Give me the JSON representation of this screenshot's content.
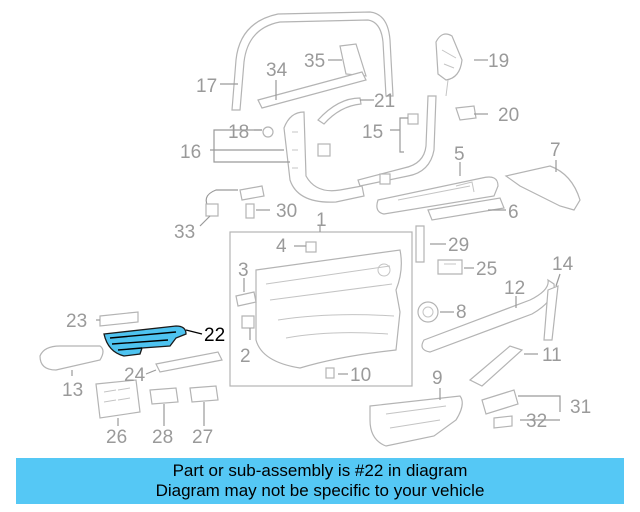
{
  "labels": {
    "l1": "1",
    "l2": "2",
    "l3": "3",
    "l4": "4",
    "l5": "5",
    "l6": "6",
    "l7": "7",
    "l8": "8",
    "l9": "9",
    "l10": "10",
    "l11": "11",
    "l12": "12",
    "l13": "13",
    "l14": "14",
    "l15": "15",
    "l16": "16",
    "l17": "17",
    "l18": "18",
    "l19": "19",
    "l20": "20",
    "l21": "21",
    "l22": "22",
    "l23": "23",
    "l24": "24",
    "l25": "25",
    "l26": "26",
    "l27": "27",
    "l28": "28",
    "l29": "29",
    "l30": "30",
    "l31": "31",
    "l32": "32",
    "l33": "33",
    "l34": "34",
    "l35": "35"
  },
  "highlighted_part": "22",
  "colors": {
    "highlight": "#4ec3f0",
    "banner": "#55c8f5",
    "line_art": "#b4b4b4",
    "label": "#9a9a9a"
  },
  "banner": {
    "line1": "Part or sub-assembly is #22 in diagram",
    "line2": "Diagram may not be specific to your vehicle"
  }
}
